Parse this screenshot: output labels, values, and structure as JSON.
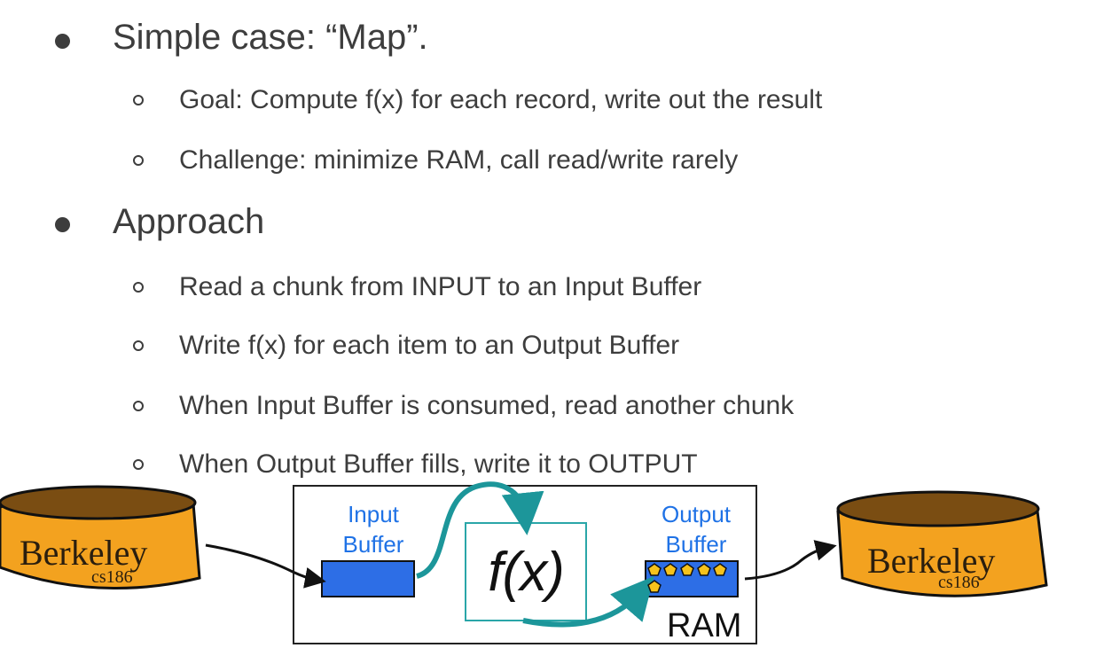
{
  "bullets": [
    {
      "text": "Simple case: “Map”.",
      "subs": [
        "Goal: Compute f(x) for each record, write out the result",
        "Challenge: minimize RAM, call read/write rarely"
      ]
    },
    {
      "text": "Approach",
      "subs": [
        "Read a chunk from INPUT to an Input Buffer",
        "Write f(x) for each item to an Output Buffer",
        "When Input Buffer is consumed, read another chunk",
        "When Output Buffer fills, write it to OUTPUT"
      ]
    }
  ],
  "diagram": {
    "input_buffer_label_1": "Input",
    "input_buffer_label_2": "Buffer",
    "output_buffer_label_1": "Output",
    "output_buffer_label_2": "Buffer",
    "function_label": "f(x)",
    "ram_label": "RAM",
    "left_drum": {
      "brand": "Berkeley",
      "sub": "cs186"
    },
    "right_drum": {
      "brand": "Berkeley",
      "sub": "cs186"
    }
  },
  "colors": {
    "buffer_fill": "#2d6ee6",
    "buffer_label": "#1f72e6",
    "arrow_teal": "#1c969a",
    "drum_orange": "#f3a21f",
    "drum_top": "#7a4d12",
    "token_yellow": "#f7c21b"
  },
  "icons": [
    "bullet-dot",
    "bullet-circle",
    "database-drum",
    "pentagon-token"
  ]
}
